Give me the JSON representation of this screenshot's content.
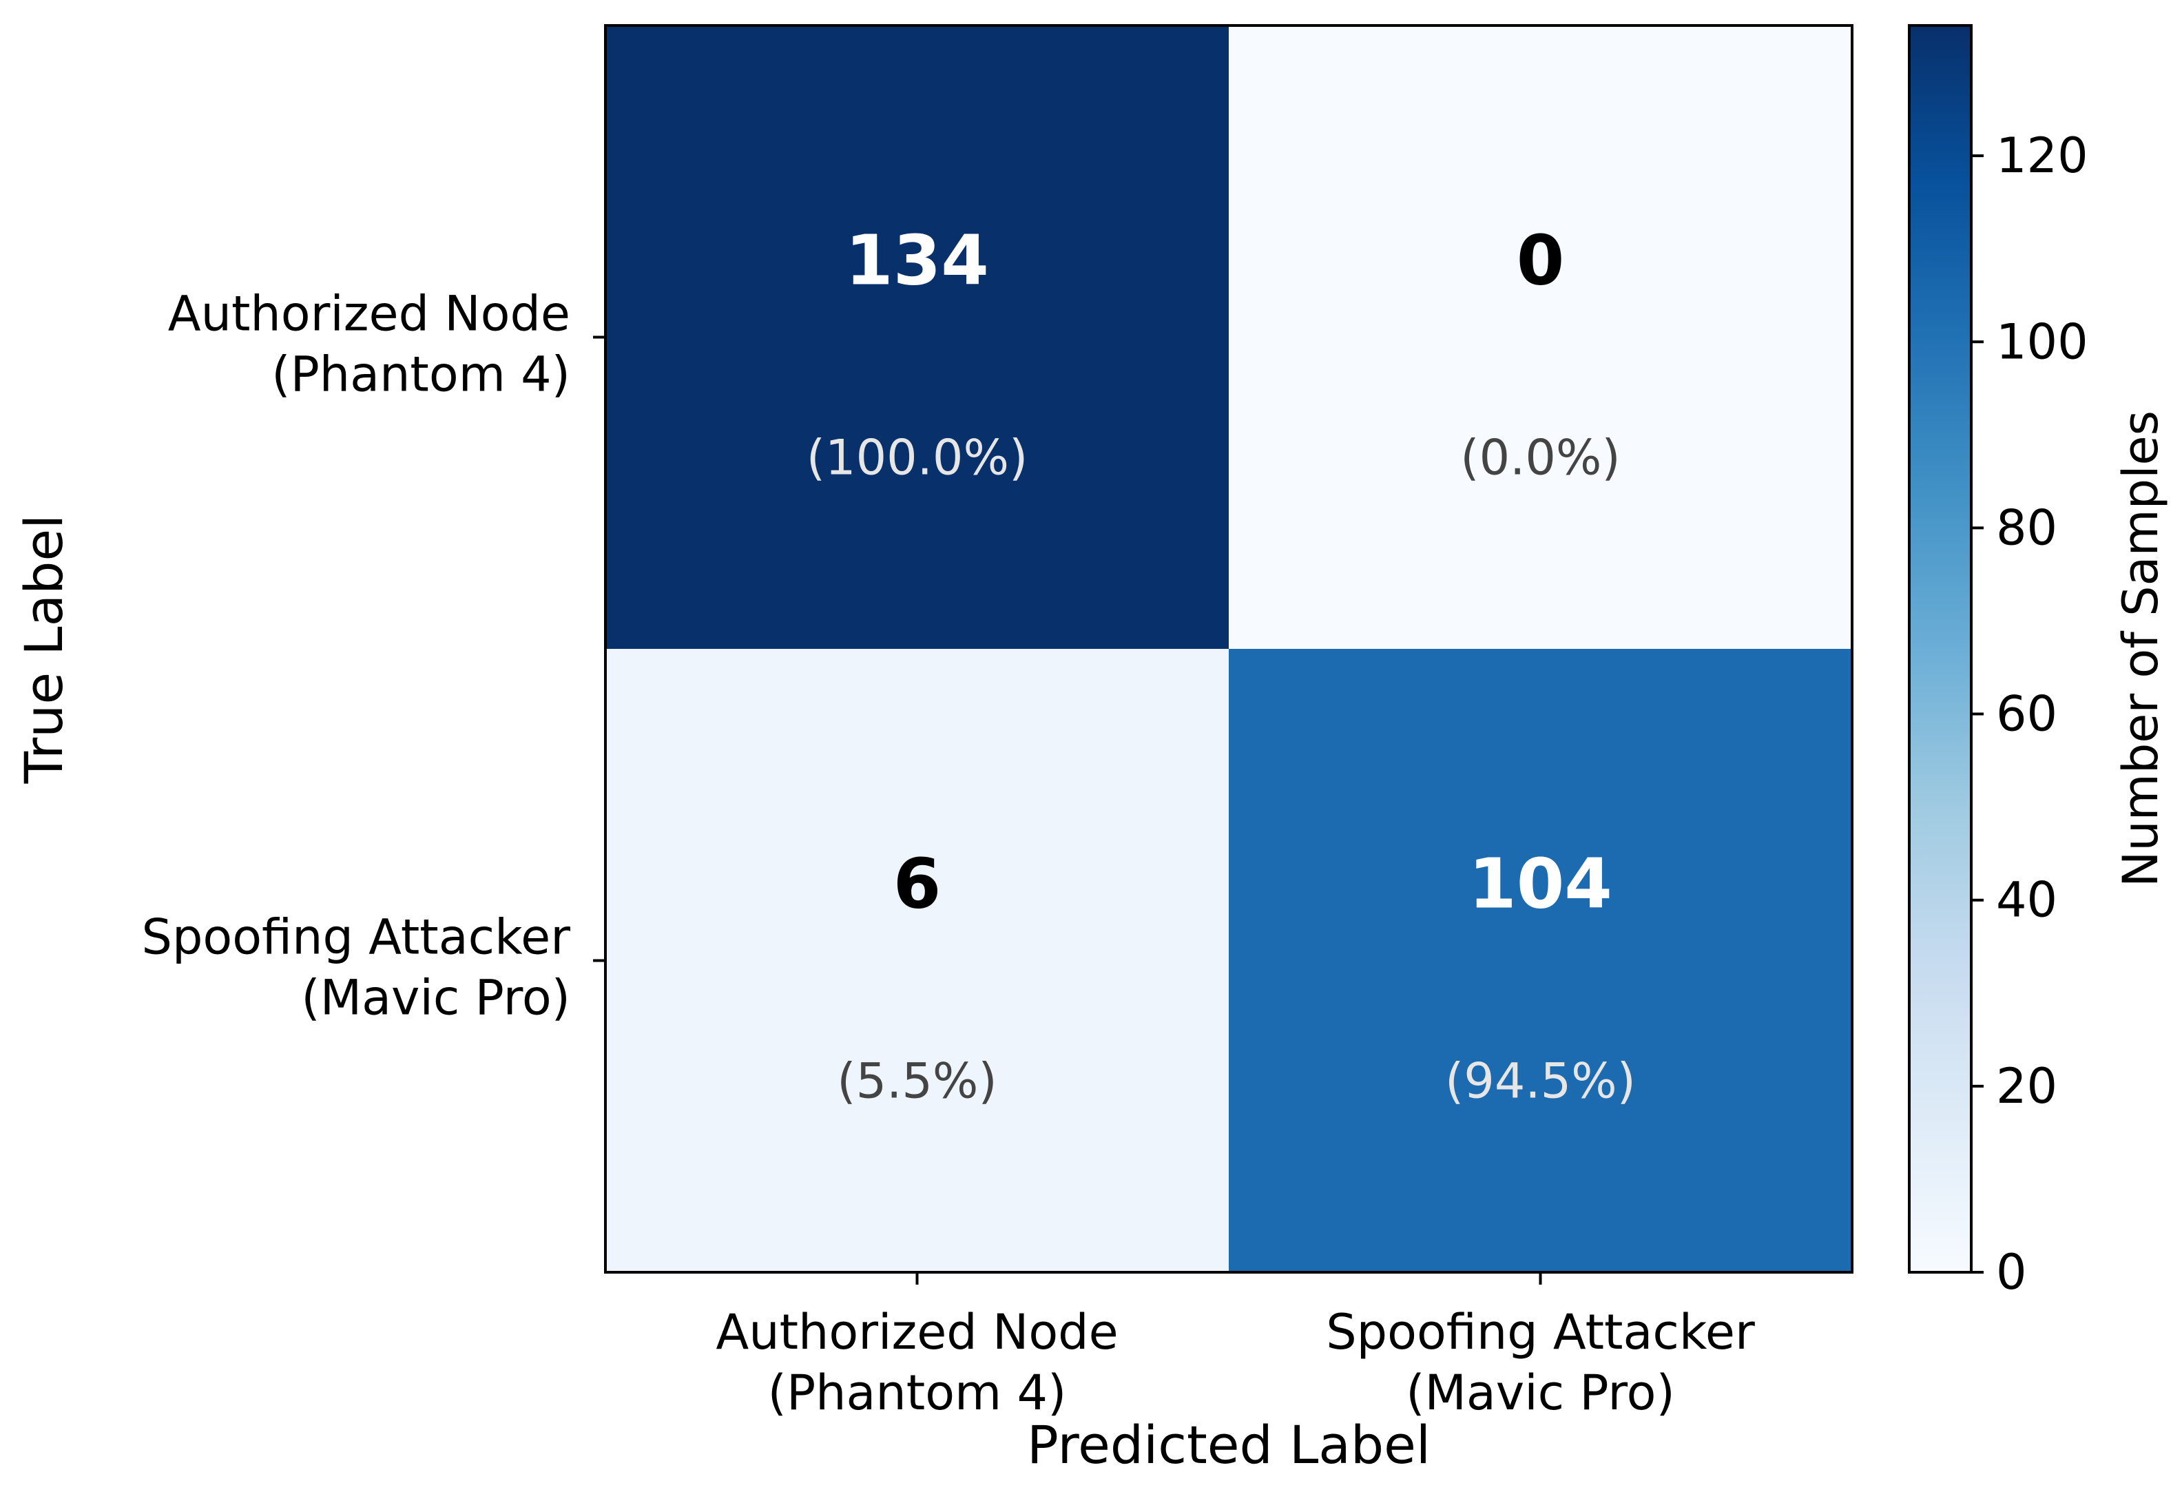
{
  "chart_data": {
    "type": "heatmap",
    "xlabel": "Predicted Label",
    "ylabel": "True Label",
    "x_categories": [
      [
        "Authorized Node",
        "(Phantom 4)"
      ],
      [
        "Spoofing Attacker",
        "(Mavic Pro)"
      ]
    ],
    "y_categories": [
      [
        "Authorized Node",
        "(Phantom 4)"
      ],
      [
        "Spoofing Attacker",
        "(Mavic Pro)"
      ]
    ],
    "values": [
      [
        134,
        0
      ],
      [
        6,
        104
      ]
    ],
    "percent_labels": [
      [
        "(100.0%)",
        "(0.0%)"
      ],
      [
        "(5.5%)",
        "(94.5%)"
      ]
    ],
    "colorbar": {
      "label": "Number of Samples",
      "min": 0,
      "max": 134,
      "ticks": [
        0,
        20,
        40,
        60,
        80,
        100,
        120
      ],
      "colormap": "Blues",
      "colors": [
        "#f7fbff",
        "#deebf7",
        "#c6dbef",
        "#9ecae1",
        "#6baed6",
        "#4292c6",
        "#2171b5",
        "#08519c",
        "#08306b"
      ]
    }
  }
}
